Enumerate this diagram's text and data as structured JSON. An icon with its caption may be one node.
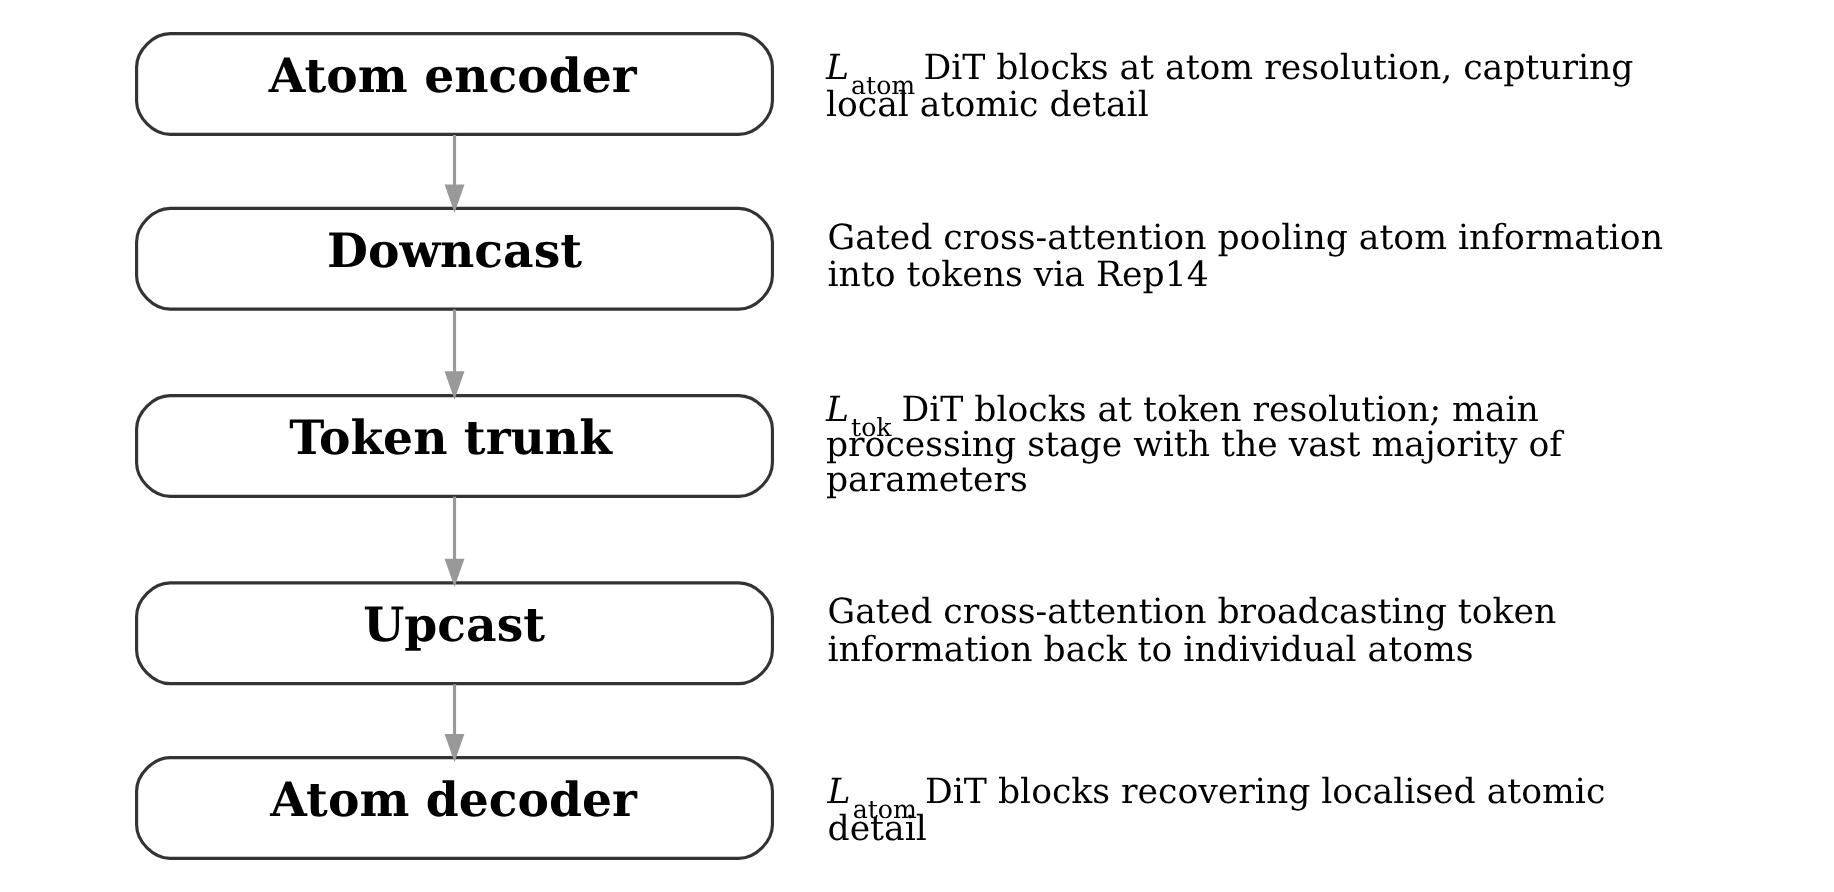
{
  "diagram": {
    "nodes": [
      {
        "text": [
          "Atom encoder"
        ],
        "beside": [
          "*L*$_{atom}$ DiT blocks at atom resolution, capturing local atomic detail"
        ]
      },
      {
        "text": [
          "Downcast"
        ],
        "beside": [
          "Gated cross-attention pooling atom information into tokens via Rep14"
        ]
      },
      {
        "text": [
          "Token trunk"
        ],
        "beside": [
          "*L*$_{tok}$ DiT blocks at token resolution; main processing stage with the vast majority of parameters"
        ]
      },
      {
        "text": [
          "Upcast"
        ],
        "beside": [
          "Gated cross-attention broadcasting token information back to individual atoms"
        ]
      },
      {
        "text": [
          "Atom decoder"
        ],
        "beside": [
          "*L*$_{atom}$ DiT blocks recovering localised atomic detail"
        ]
      }
    ],
    "edges": [
      {
        "from": 0,
        "to": 1,
        "arrow": "to"
      },
      {
        "from": 1,
        "to": 2,
        "arrow": "to"
      },
      {
        "from": 2,
        "to": 3,
        "arrow": "to"
      },
      {
        "from": 3,
        "to": 4,
        "arrow": "to"
      }
    ]
  }
}
